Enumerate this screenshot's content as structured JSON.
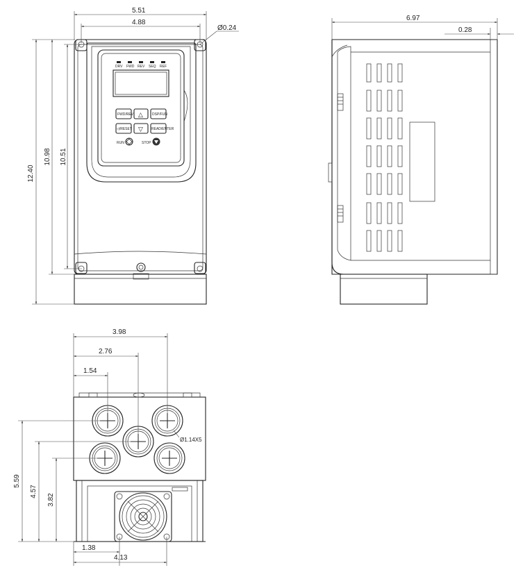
{
  "front_view": {
    "dim_overall_width": "5.51",
    "dim_mount_width": "4.88",
    "dim_hole": "Ø0.24",
    "dim_overall_height": "12.40",
    "dim_body_height": "10.98",
    "dim_mount_height": "10.51",
    "keypad": {
      "leds": [
        "DRV",
        "FWD",
        "REV",
        "SEQ",
        "REF"
      ],
      "keys": [
        "FWD/REV",
        "△",
        "DSP/FUN",
        "◁/RESET",
        "▽",
        "READ/ENTER"
      ],
      "run_label": "RUN",
      "stop_label": "STOP"
    }
  },
  "side_view": {
    "dim_depth": "6.97",
    "dim_offset": "0.28"
  },
  "bottom_view": {
    "dim_width_1": "3.98",
    "dim_width_2": "2.76",
    "dim_width_3": "1.54",
    "dim_hole_spec": "Ø1.14X5",
    "dim_height_1": "5.59",
    "dim_height_2": "4.57",
    "dim_height_3": "3.82",
    "dim_bottom_1": "1.38",
    "dim_bottom_2": "4.13"
  }
}
